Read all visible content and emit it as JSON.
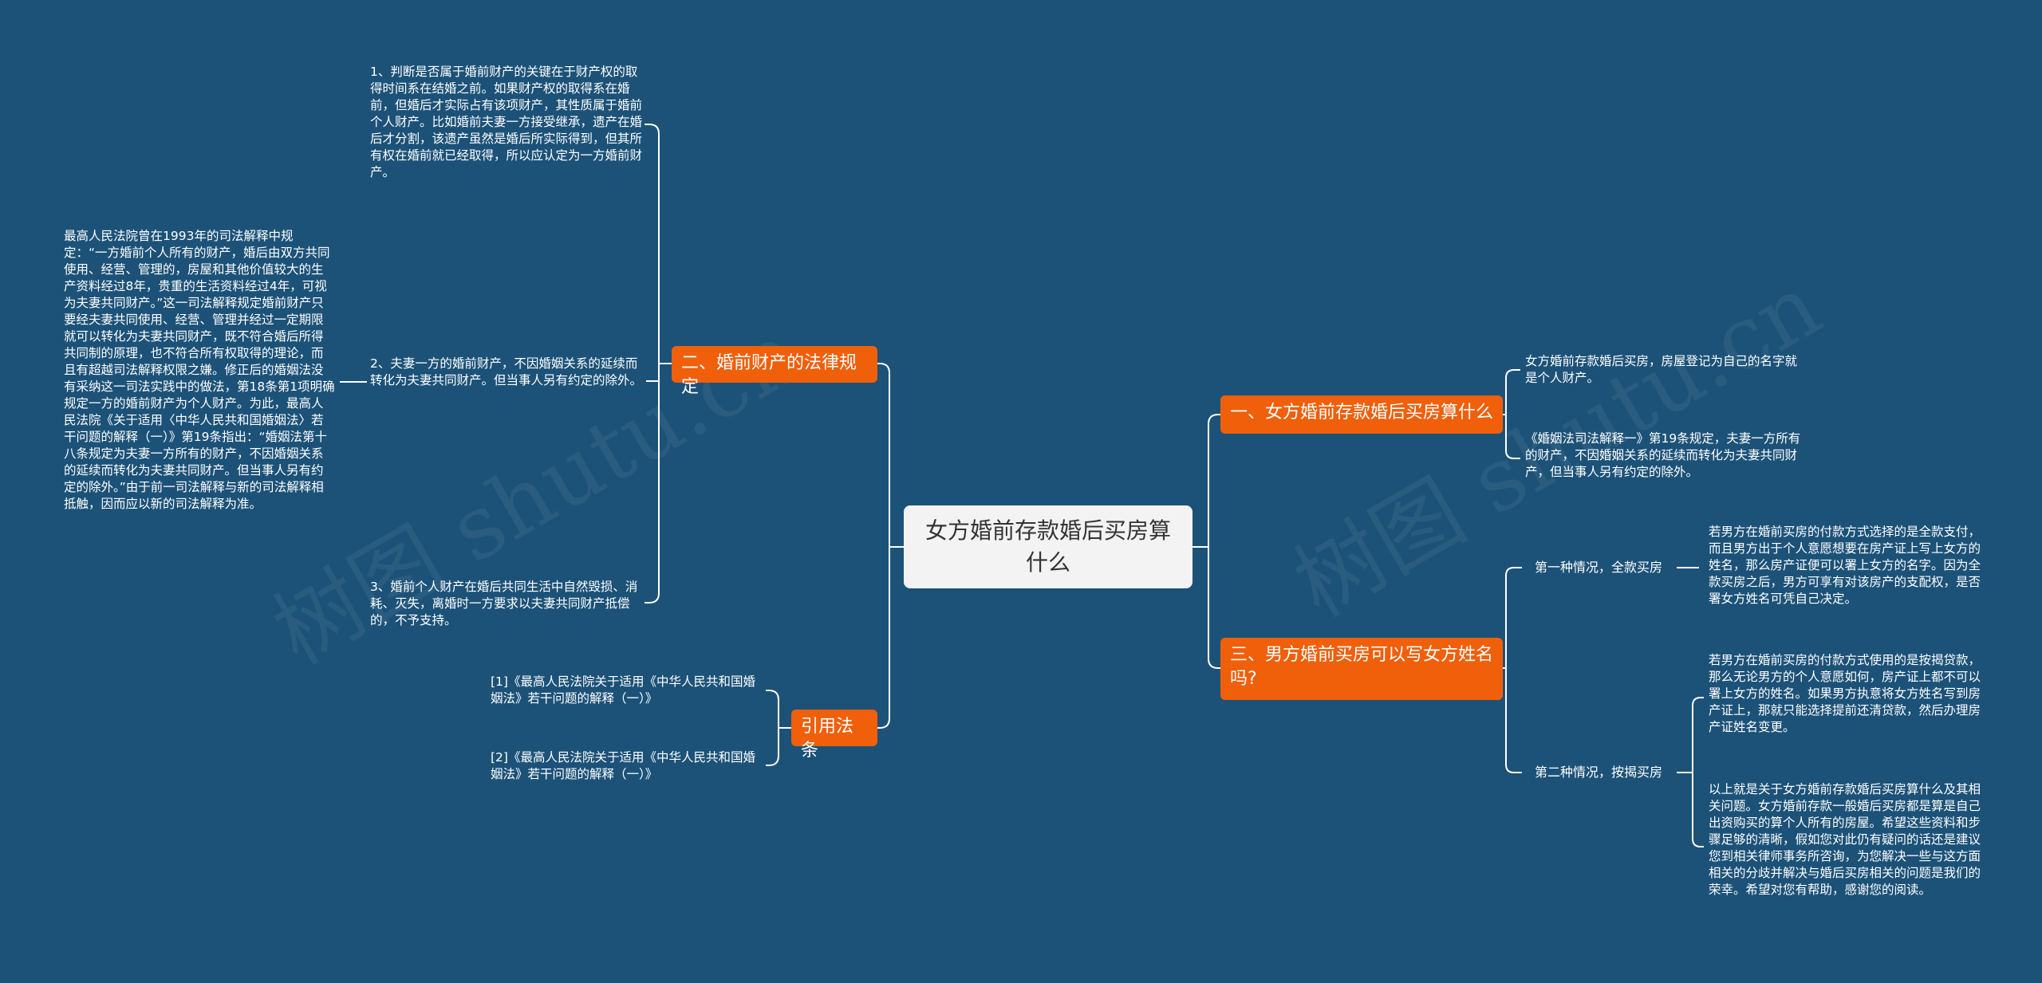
{
  "watermark": "树图 shutu.cn",
  "center": {
    "title": "女方婚前存款婚后买房算什么"
  },
  "right": {
    "branch1": {
      "label": "一、女方婚前存款婚后买房算什么",
      "items": [
        "女方婚前存款婚后买房，房屋登记为自己的名字就是个人财产。",
        "《婚姻法司法解释一》第19条规定，夫妻一方所有的财产，不因婚姻关系的延续而转化为夫妻共同财产，但当事人另有约定的除外。"
      ]
    },
    "branch3": {
      "label": "三、男方婚前买房可以写女方姓名吗?",
      "case1": {
        "label": "第一种情况，全款买房",
        "text": "若男方在婚前买房的付款方式选择的是全款支付，而且男方出于个人意愿想要在房产证上写上女方的姓名，那么房产证便可以署上女方的名字。因为全款买房之后，男方可享有对该房产的支配权，是否署女方姓名可凭自己决定。"
      },
      "case2": {
        "label": "第二种情况，按揭买房",
        "texts": [
          "若男方在婚前买房的付款方式使用的是按揭贷款，那么无论男方的个人意愿如何，房产证上都不可以署上女方的姓名。如果男方执意将女方姓名写到房产证上，那就只能选择提前还清贷款，然后办理房产证姓名变更。",
          "以上就是关于女方婚前存款婚后买房算什么及其相关问题。女方婚前存款一般婚后买房都是算是自己出资购买的算个人所有的房屋。希望这些资料和步骤足够的清晰，假如您对此仍有疑问的话还是建议您到相关律师事务所咨询，为您解决一些与这方面相关的分歧并解决与婚后买房相关的问题是我们的荣幸。希望对您有帮助，感谢您的阅读。"
        ]
      }
    }
  },
  "left": {
    "branch2": {
      "label": "二、婚前财产的法律规定",
      "items": [
        "1、判断是否属于婚前财产的关键在于财产权的取得时间系在结婚之前。如果财产权的取得系在婚前，但婚后才实际占有该项财产，其性质属于婚前个人财产。比如婚前夫妻一方接受继承，遗产在婚后才分割，该遗产虽然是婚后所实际得到，但其所有权在婚前就已经取得，所以应认定为一方婚前财产。",
        "2、夫妻一方的婚前财产，不因婚姻关系的延续而转化为夫妻共同财产。但当事人另有约定的除外。",
        "3、婚前个人财产在婚后共同生活中自然毁损、消耗、灭失，离婚时一方要求以夫妻共同财产抵偿的，不予支持。"
      ],
      "sub_note": "最高人民法院曾在1993年的司法解释中规定：“一方婚前个人所有的财产，婚后由双方共同使用、经营、管理的，房屋和其他价值较大的生产资料经过8年，贵重的生活资料经过4年，可视为夫妻共同财产。”这一司法解释规定婚前财产只要经夫妻共同使用、经营、管理并经过一定期限就可以转化为夫妻共同财产，既不符合婚后所得共同制的原理，也不符合所有权取得的理论，而且有超越司法解释权限之嫌。修正后的婚姻法没有采纳这一司法实践中的做法，第18条第1项明确规定一方的婚前财产为个人财产。为此，最高人民法院《关于适用〈中华人民共和国婚姻法〉若干问题的解释（一）》第19条指出：“婚姻法第十八条规定为夫妻一方所有的财产，不因婚姻关系的延续而转化为夫妻共同财产。但当事人另有约定的除外。”由于前一司法解释与新的司法解释相抵触，因而应以新的司法解释为准。"
    },
    "branch4": {
      "label": "引用法条",
      "items": [
        "[1]《最高人民法院关于适用《中华人民共和国婚姻法》若干问题的解释（一）》",
        "[2]《最高人民法院关于适用《中华人民共和国婚姻法》若干问题的解释（一）》"
      ]
    }
  },
  "colors": {
    "background": "#1c5278",
    "branch": "#f05f0a",
    "center": "#f3f3f3",
    "line": "#ffffff"
  }
}
